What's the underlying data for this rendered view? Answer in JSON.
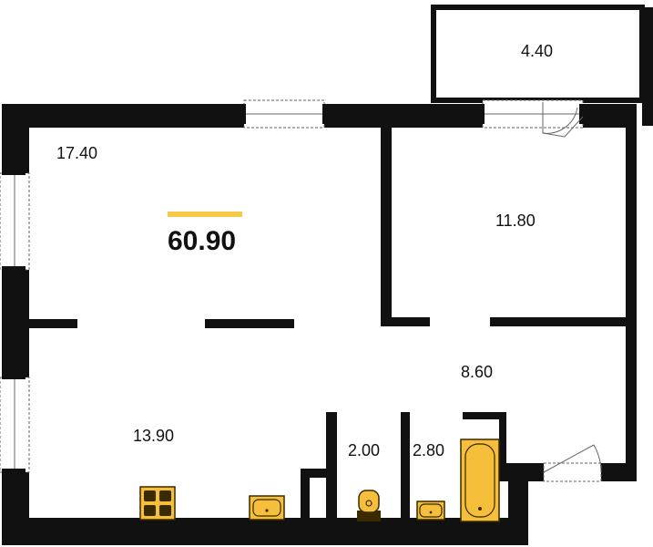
{
  "total_area": "60.90",
  "rooms": {
    "living": "17.40",
    "balcony": "4.40",
    "bedroom": "11.80",
    "hall": "8.60",
    "kitchen": "13.90",
    "toilet": "2.00",
    "bathroom": "2.80"
  },
  "colors": {
    "wall": "#111111",
    "accent": "#f7c948",
    "fixture_fill": "#f5bf3c",
    "fixture_stroke": "#3a2a00"
  },
  "icons": [
    "window-icon",
    "door-icon",
    "stove-icon",
    "sink-icon",
    "toilet-icon",
    "bathtub-icon"
  ]
}
